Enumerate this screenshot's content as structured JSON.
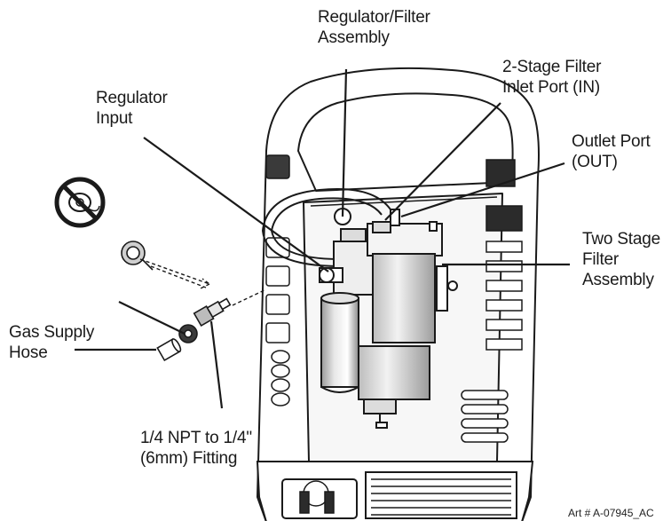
{
  "labels": {
    "regulator_filter_assembly": [
      "Regulator/Filter",
      "Assembly"
    ],
    "two_stage_filter_inlet": [
      "2-Stage Filter",
      "Inlet Port (IN)"
    ],
    "regulator_input": [
      "Regulator",
      "Input"
    ],
    "outlet_port": [
      "Outlet Port",
      "(OUT)"
    ],
    "two_stage_filter_assembly": [
      "Two Stage",
      "Filter",
      "Assembly"
    ],
    "gas_supply_hose": [
      "Gas Supply",
      "Hose"
    ],
    "fitting": [
      "1/4 NPT to 1/4\"",
      "(6mm) Fitting"
    ]
  },
  "art_number": "Art # A-07945_AC",
  "icons": {
    "prohibition": "no-tape-icon"
  },
  "colors": {
    "line": "#1a1a1a",
    "fill": "#ffffff",
    "shade": "#d9d9d9",
    "dark": "#2b2b2b"
  }
}
